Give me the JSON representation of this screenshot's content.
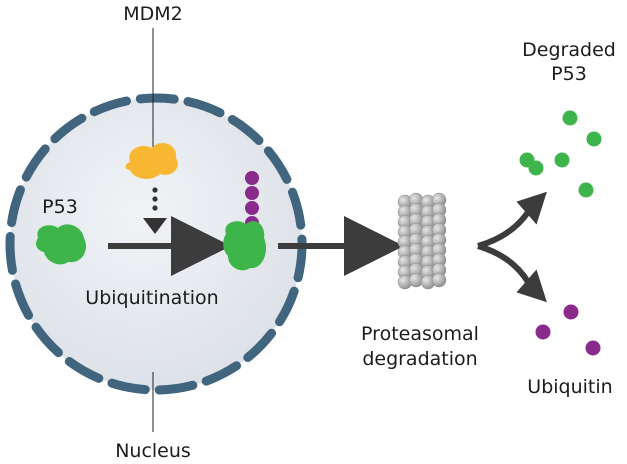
{
  "labels": {
    "mdm2": "MDM2",
    "p53": "P53",
    "ubiquitination": "Ubiquitination",
    "proteasomal_line1": "Proteasomal",
    "proteasomal_line2": "degradation",
    "degraded_line1": "Degraded",
    "degraded_line2": "P53",
    "ubiquitin": "Ubiquitin",
    "nucleus": "Nucleus"
  },
  "colors": {
    "nucleus_border": "#41657f",
    "p53_green": "#3db54a",
    "mdm2_yellow": "#f7b733",
    "ubiquitin_purple": "#8a2a8c",
    "proteasome_gray": "#a3a3a3",
    "arrow": "#3c3c3c"
  }
}
